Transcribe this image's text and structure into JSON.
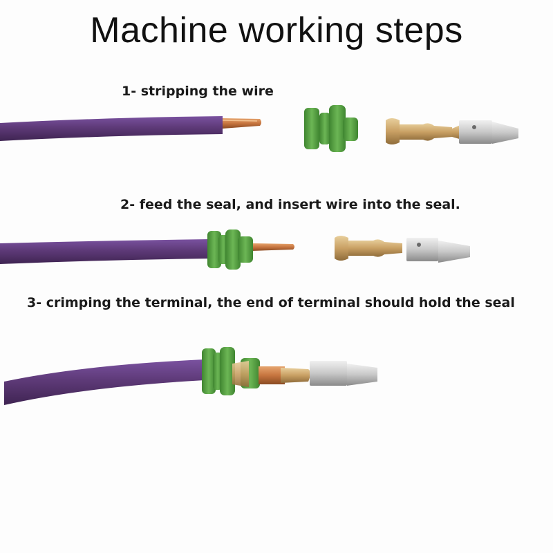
{
  "title": "Machine working steps",
  "steps": [
    {
      "label": "1- stripping the wire"
    },
    {
      "label": "2- feed the seal, and insert wire into the seal."
    },
    {
      "label": "3- crimping the terminal, the end of terminal should hold the seal"
    }
  ],
  "colors": {
    "wire_insulation": "#5e3a78",
    "copper": "#c7753f",
    "seal": "#4e9a3a",
    "terminal_brass": "#c9a064",
    "terminal_tin": "#c8c8c8"
  }
}
